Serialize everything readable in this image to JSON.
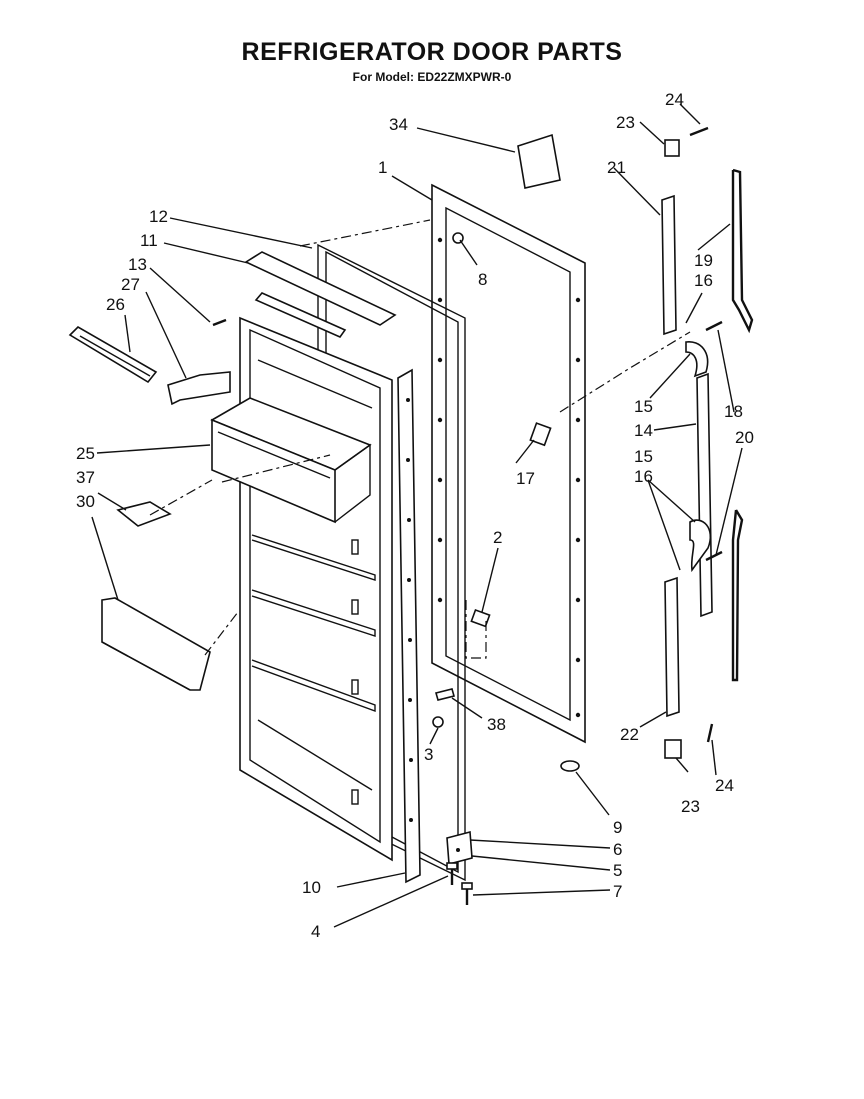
{
  "title": "REFRIGERATOR DOOR PARTS",
  "model_line": "For Model: ED22ZMXPWR-0",
  "callouts": [
    {
      "label": "1"
    },
    {
      "label": "2"
    },
    {
      "label": "3"
    },
    {
      "label": "4"
    },
    {
      "label": "5"
    },
    {
      "label": "6"
    },
    {
      "label": "7"
    },
    {
      "label": "8"
    },
    {
      "label": "9"
    },
    {
      "label": "10"
    },
    {
      "label": "11"
    },
    {
      "label": "12"
    },
    {
      "label": "13"
    },
    {
      "label": "14"
    },
    {
      "label": "15"
    },
    {
      "label": "15"
    },
    {
      "label": "16"
    },
    {
      "label": "16"
    },
    {
      "label": "17"
    },
    {
      "label": "18"
    },
    {
      "label": "19"
    },
    {
      "label": "20"
    },
    {
      "label": "21"
    },
    {
      "label": "22"
    },
    {
      "label": "23"
    },
    {
      "label": "23"
    },
    {
      "label": "24"
    },
    {
      "label": "24"
    },
    {
      "label": "25"
    },
    {
      "label": "26"
    },
    {
      "label": "27"
    },
    {
      "label": "30"
    },
    {
      "label": "34"
    },
    {
      "label": "37"
    },
    {
      "label": "38"
    }
  ]
}
